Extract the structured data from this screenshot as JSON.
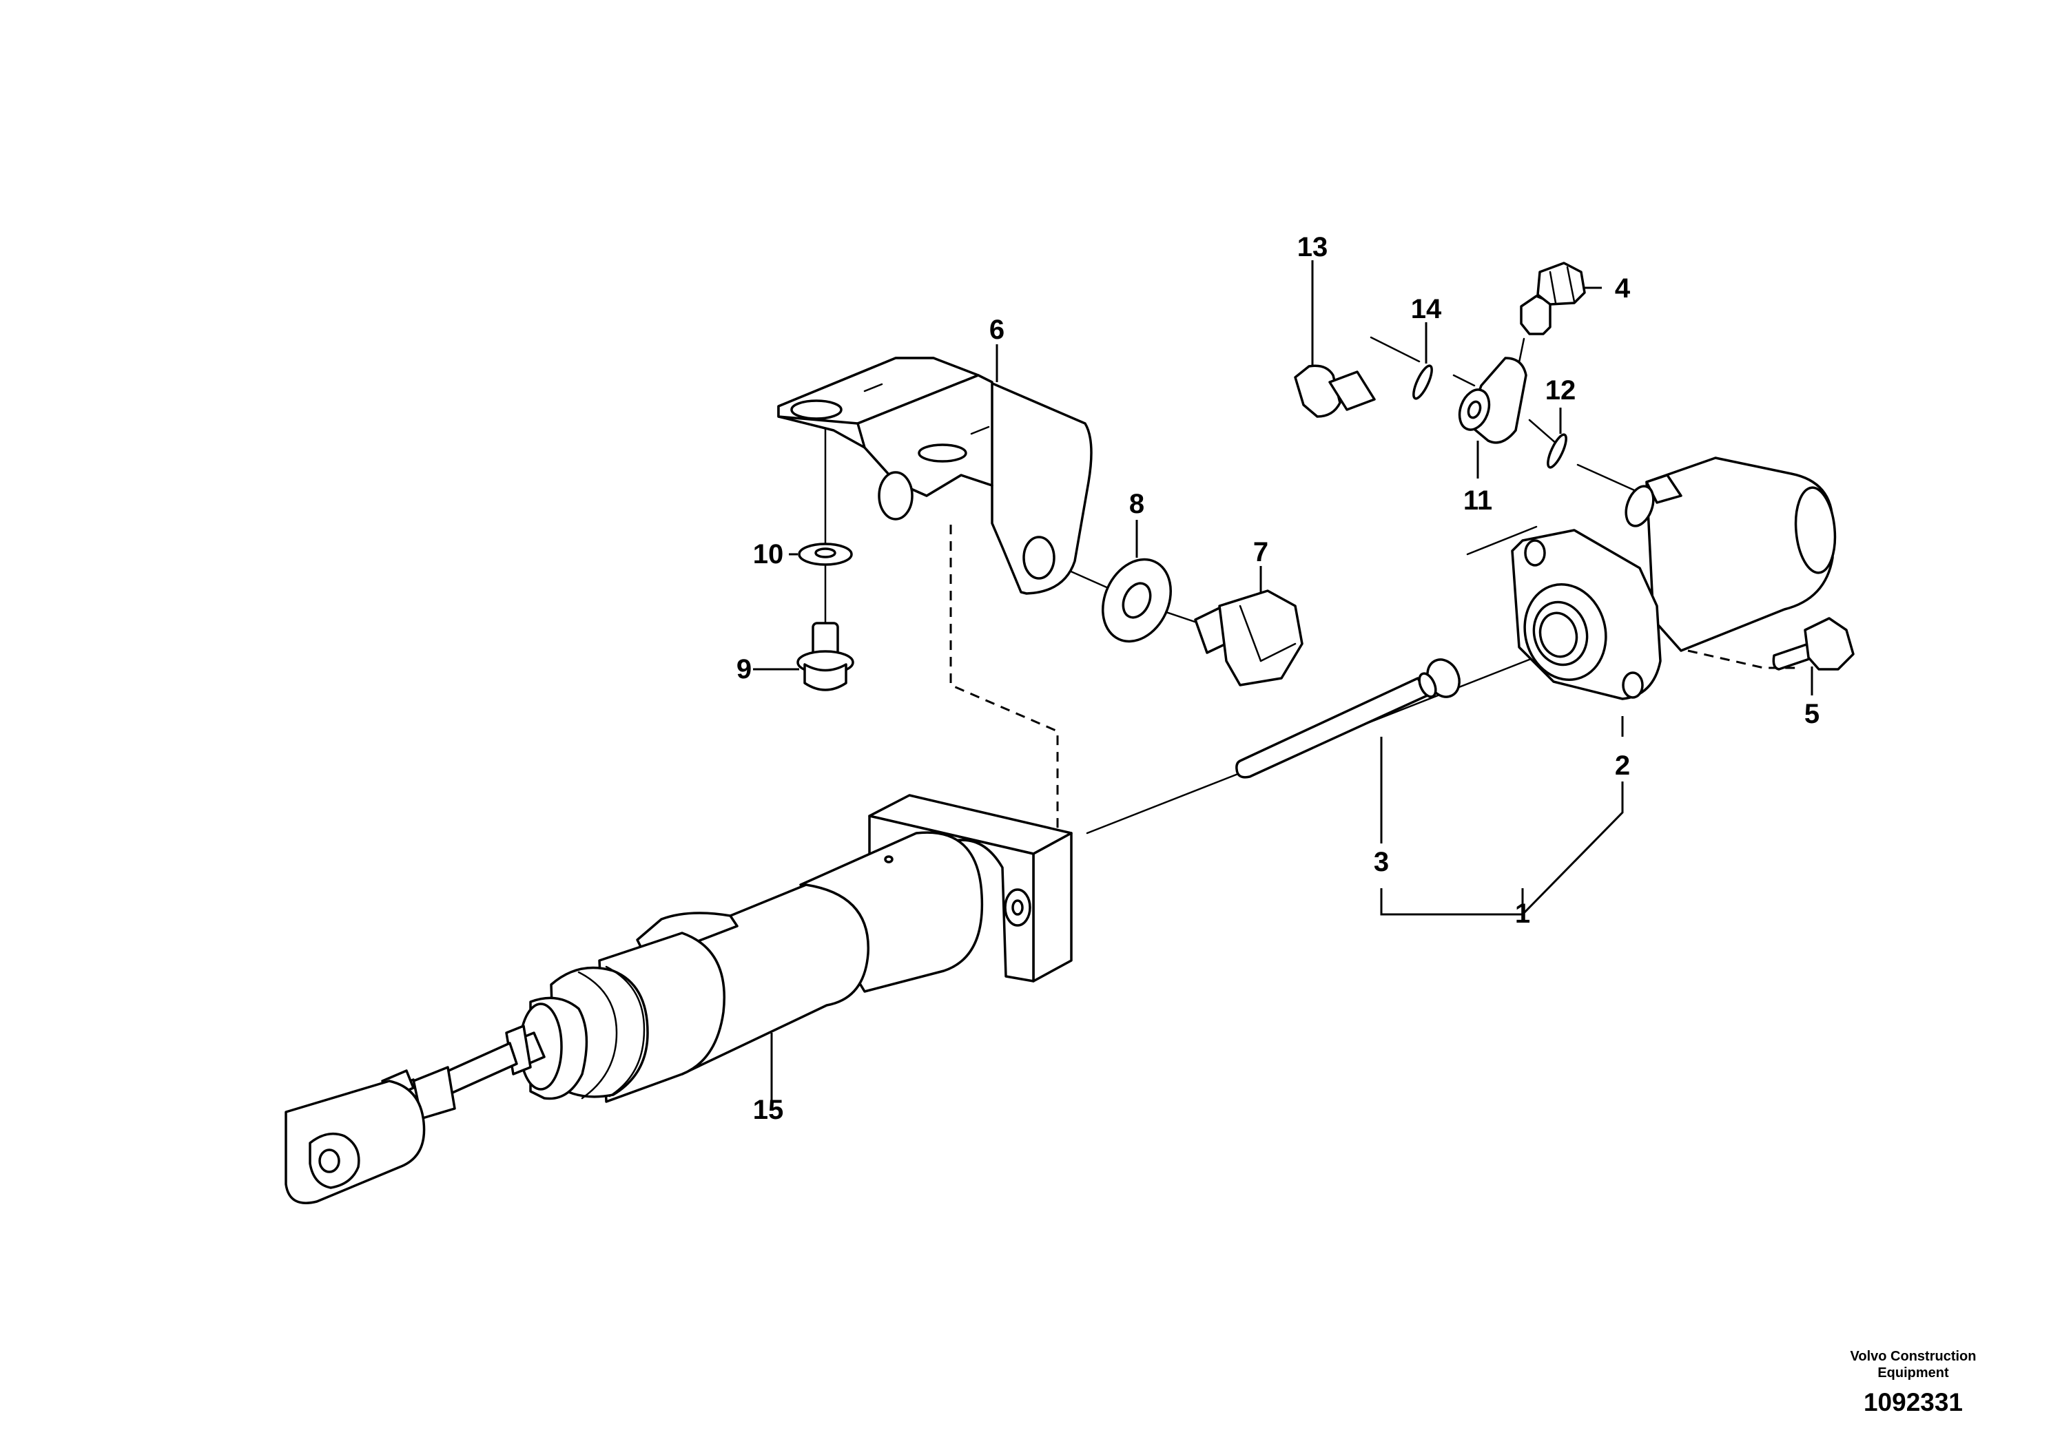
{
  "callouts": {
    "c1": "1",
    "c2": "2",
    "c3": "3",
    "c4": "4",
    "c5": "5",
    "c6": "6",
    "c7": "7",
    "c8": "8",
    "c9": "9",
    "c10": "10",
    "c11": "11",
    "c12": "12",
    "c13": "13",
    "c14": "14",
    "c15": "15"
  },
  "footer": {
    "brand_line1": "Volvo Construction",
    "brand_line2": "Equipment",
    "doc_number": "1092331"
  }
}
